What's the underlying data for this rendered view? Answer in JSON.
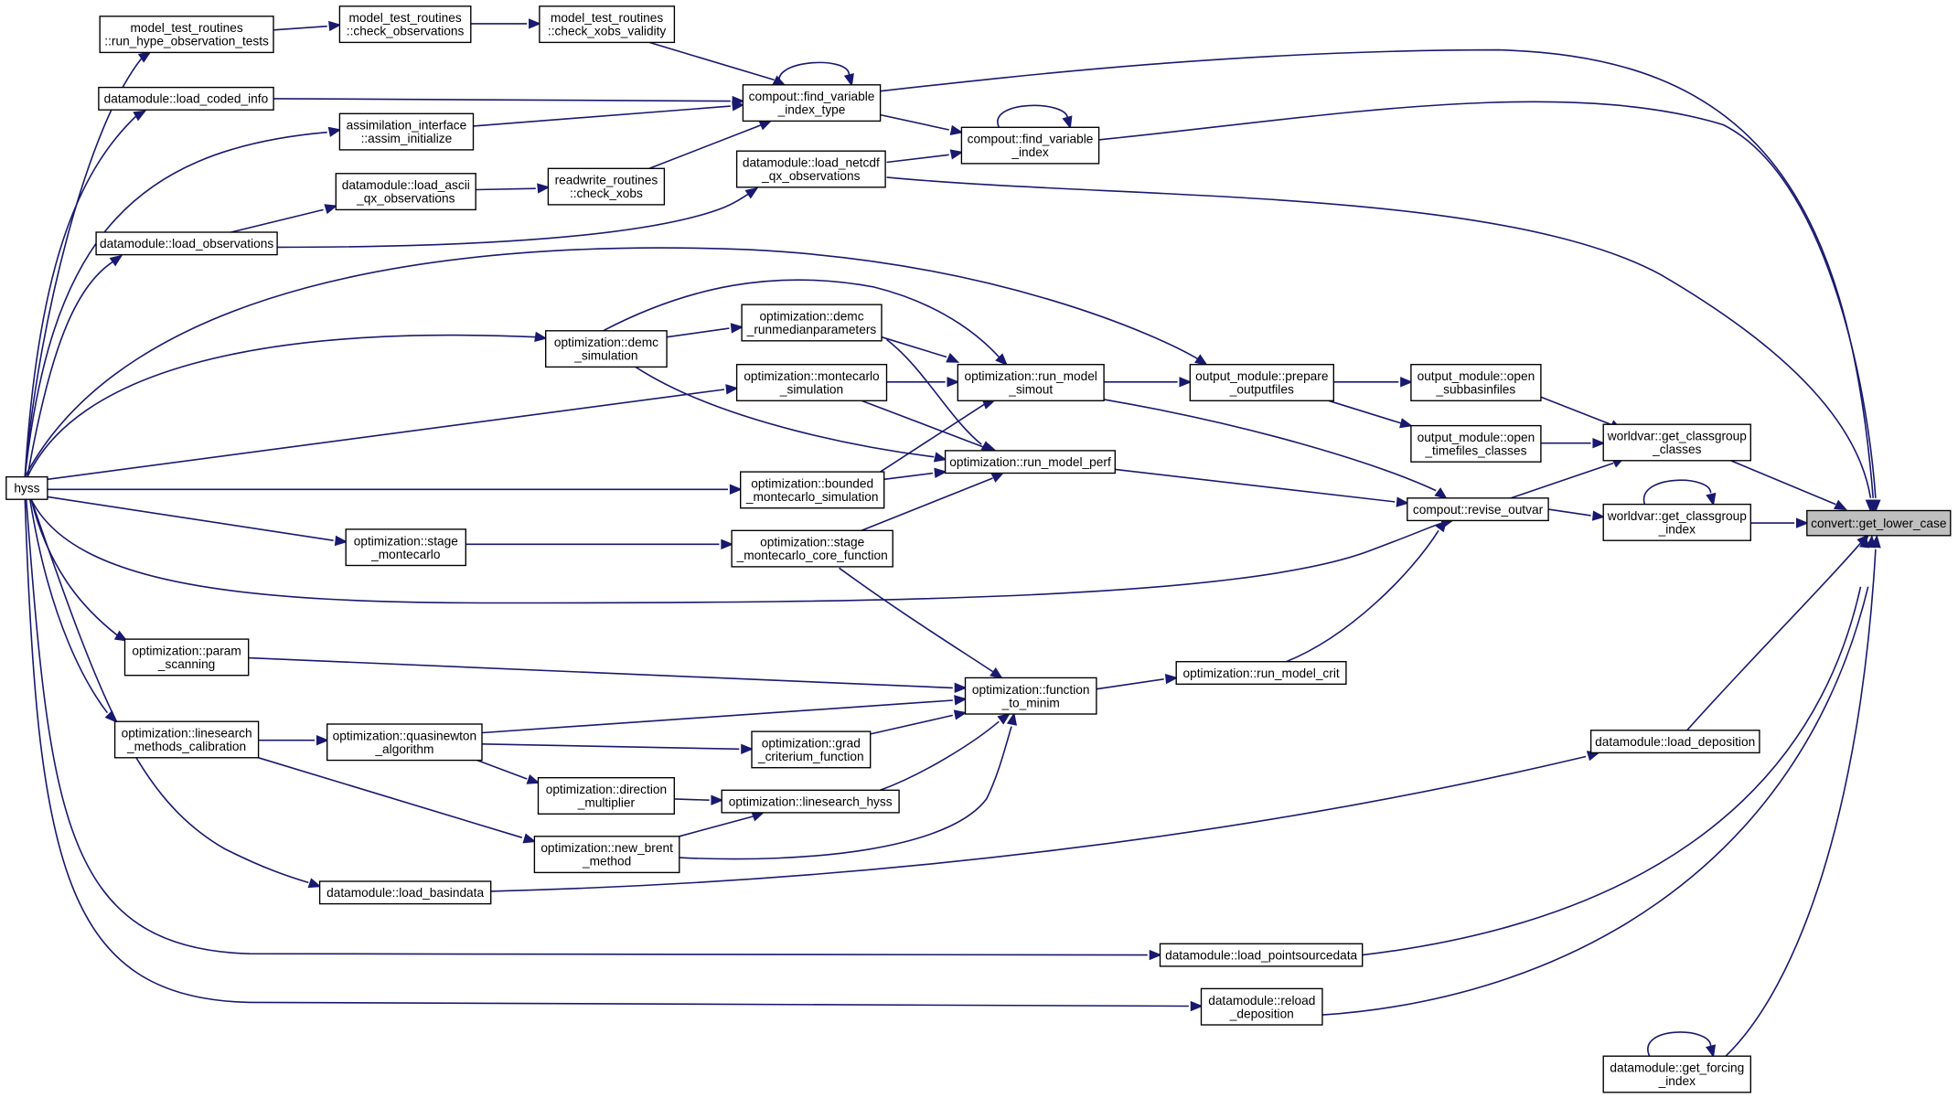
{
  "graph": {
    "root": "convert::get_lower_case",
    "nodes": [
      {
        "id": "get_lower_case",
        "lines": [
          "convert::get_lower_case"
        ],
        "root": true
      },
      {
        "id": "find_variable_index_type",
        "lines": [
          "compout::find_variable",
          "_index_type"
        ]
      },
      {
        "id": "find_variable_index",
        "lines": [
          "compout::find_variable",
          "_index"
        ]
      },
      {
        "id": "revise_outvar",
        "lines": [
          "compout::revise_outvar"
        ]
      },
      {
        "id": "get_classgroup_classes",
        "lines": [
          "worldvar::get_classgroup",
          "_classes"
        ]
      },
      {
        "id": "get_classgroup_index",
        "lines": [
          "worldvar::get_classgroup",
          "_index"
        ]
      },
      {
        "id": "open_subbasinfiles",
        "lines": [
          "output_module::open",
          "_subbasinfiles"
        ]
      },
      {
        "id": "open_timefiles_classes",
        "lines": [
          "output_module::open",
          "_timefiles_classes"
        ]
      },
      {
        "id": "prepare_outputfiles",
        "lines": [
          "output_module::prepare",
          "_outputfiles"
        ]
      },
      {
        "id": "run_model_simout",
        "lines": [
          "optimization::run_model",
          "_simout"
        ]
      },
      {
        "id": "run_model_perf",
        "lines": [
          "optimization::run_model_perf"
        ]
      },
      {
        "id": "run_model_crit",
        "lines": [
          "optimization::run_model_crit"
        ]
      },
      {
        "id": "function_to_minim",
        "lines": [
          "optimization::function",
          "_to_minim"
        ]
      },
      {
        "id": "demc_simulation",
        "lines": [
          "optimization::demc",
          "_simulation"
        ]
      },
      {
        "id": "demc_runmedian",
        "lines": [
          "optimization::demc",
          "_runmedianparameters"
        ]
      },
      {
        "id": "montecarlo_simulation",
        "lines": [
          "optimization::montecarlo",
          "_simulation"
        ]
      },
      {
        "id": "bounded_montecarlo",
        "lines": [
          "optimization::bounded",
          "_montecarlo_simulation"
        ]
      },
      {
        "id": "stage_montecarlo_core",
        "lines": [
          "optimization::stage",
          "_montecarlo_core_function"
        ]
      },
      {
        "id": "stage_montecarlo",
        "lines": [
          "optimization::stage",
          "_montecarlo"
        ]
      },
      {
        "id": "param_scanning",
        "lines": [
          "optimization::param",
          "_scanning"
        ]
      },
      {
        "id": "linesearch_methods",
        "lines": [
          "optimization::linesearch",
          "_methods_calibration"
        ]
      },
      {
        "id": "quasinewton",
        "lines": [
          "optimization::quasinewton",
          "_algorithm"
        ]
      },
      {
        "id": "grad_criterium",
        "lines": [
          "optimization::grad",
          "_criterium_function"
        ]
      },
      {
        "id": "direction_multiplier",
        "lines": [
          "optimization::direction",
          "_multiplier"
        ]
      },
      {
        "id": "linesearch_hyss",
        "lines": [
          "optimization::linesearch_hyss"
        ]
      },
      {
        "id": "new_brent",
        "lines": [
          "optimization::new_brent",
          "_method"
        ]
      },
      {
        "id": "load_basindata",
        "lines": [
          "datamodule::load_basindata"
        ]
      },
      {
        "id": "load_deposition",
        "lines": [
          "datamodule::load_deposition"
        ]
      },
      {
        "id": "load_pointsourcedata",
        "lines": [
          "datamodule::load_pointsourcedata"
        ]
      },
      {
        "id": "reload_deposition",
        "lines": [
          "datamodule::reload",
          "_deposition"
        ]
      },
      {
        "id": "get_forcing_index",
        "lines": [
          "datamodule::get_forcing",
          "_index"
        ]
      },
      {
        "id": "load_netcdf_qx",
        "lines": [
          "datamodule::load_netcdf",
          "_qx_observations"
        ]
      },
      {
        "id": "load_ascii_qx",
        "lines": [
          "datamodule::load_ascii",
          "_qx_observations"
        ]
      },
      {
        "id": "load_observations",
        "lines": [
          "datamodule::load_observations"
        ]
      },
      {
        "id": "load_coded_info",
        "lines": [
          "datamodule::load_coded_info"
        ]
      },
      {
        "id": "assim_initialize",
        "lines": [
          "assimilation_interface",
          "::assim_initialize"
        ]
      },
      {
        "id": "rw_check_xobs",
        "lines": [
          "readwrite_routines",
          "::check_xobs"
        ]
      },
      {
        "id": "check_xobs_validity",
        "lines": [
          "model_test_routines",
          "::check_xobs_validity"
        ]
      },
      {
        "id": "check_observations",
        "lines": [
          "model_test_routines",
          "::check_observations"
        ]
      },
      {
        "id": "run_hype_obs_tests",
        "lines": [
          "model_test_routines",
          "::run_hype_observation_tests"
        ]
      },
      {
        "id": "hyss",
        "lines": [
          "hyss"
        ]
      }
    ]
  }
}
